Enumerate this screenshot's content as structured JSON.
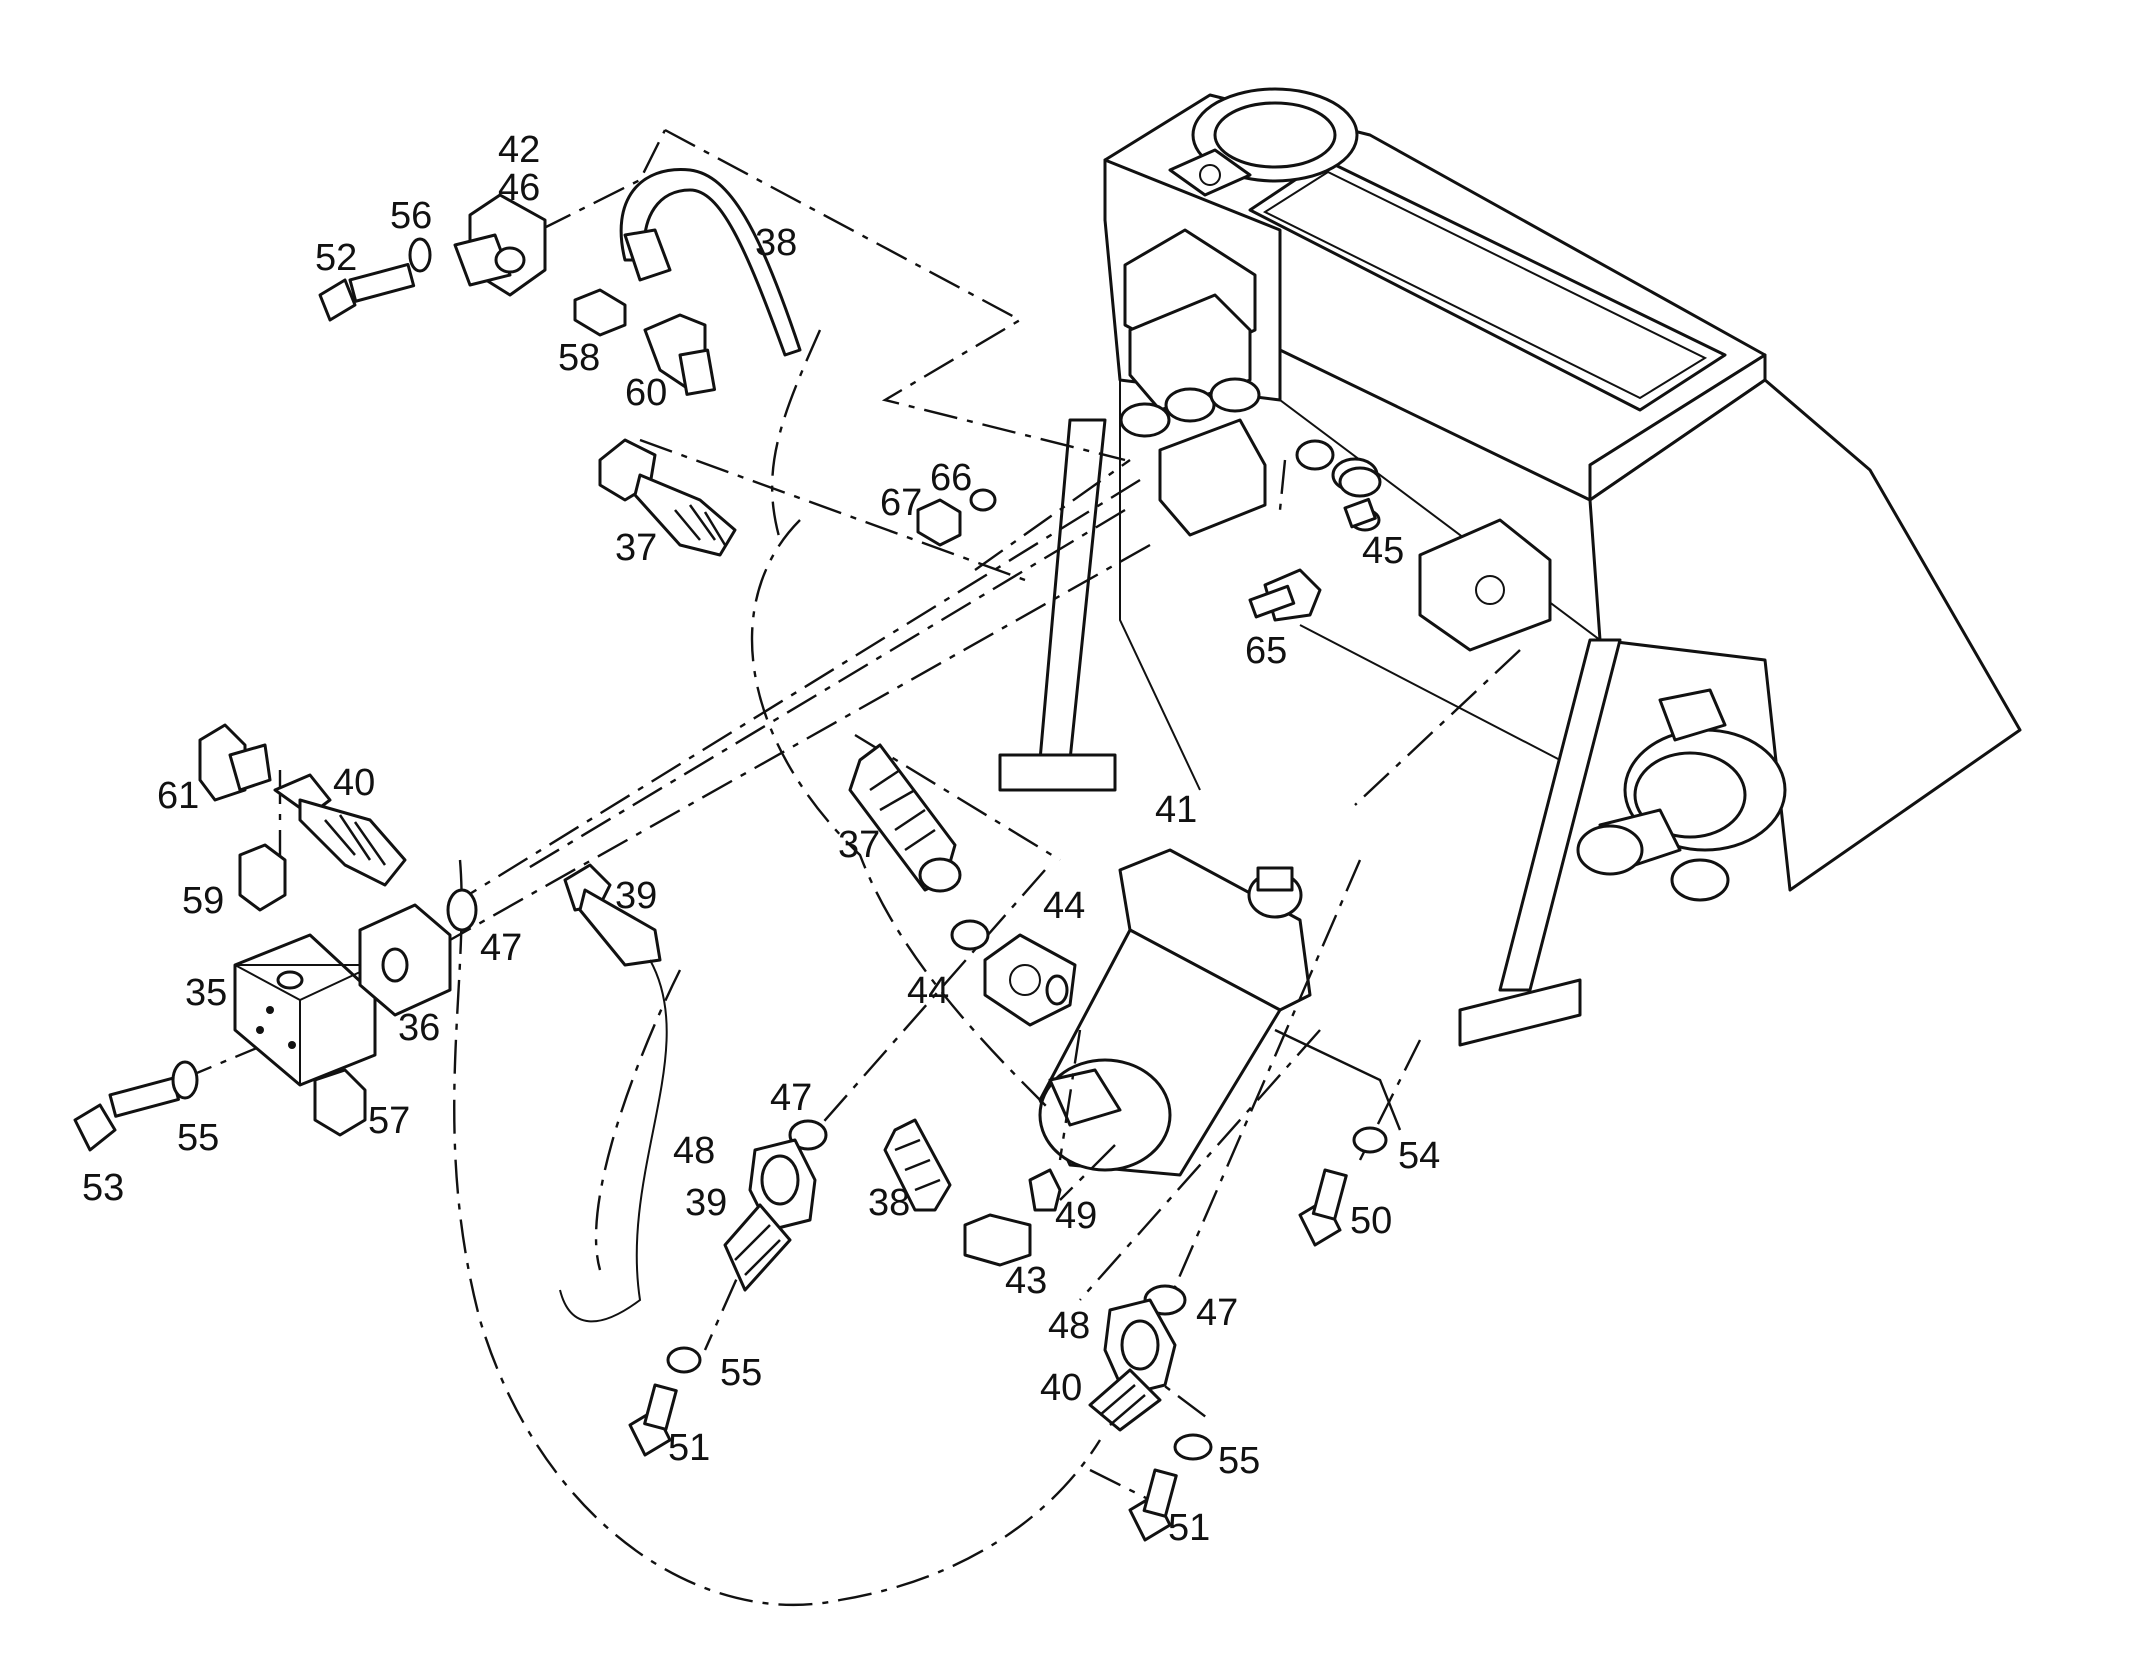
{
  "figure": {
    "type": "exploded-parts-diagram"
  },
  "callouts": [
    {
      "id": "c42",
      "text": "42"
    },
    {
      "id": "c46",
      "text": "46"
    },
    {
      "id": "c56",
      "text": "56"
    },
    {
      "id": "c52",
      "text": "52"
    },
    {
      "id": "c38a",
      "text": "38"
    },
    {
      "id": "c58",
      "text": "58"
    },
    {
      "id": "c60",
      "text": "60"
    },
    {
      "id": "c66",
      "text": "66"
    },
    {
      "id": "c67",
      "text": "67"
    },
    {
      "id": "c37a",
      "text": "37"
    },
    {
      "id": "c45",
      "text": "45"
    },
    {
      "id": "c65",
      "text": "65"
    },
    {
      "id": "c61",
      "text": "61"
    },
    {
      "id": "c40a",
      "text": "40"
    },
    {
      "id": "c59",
      "text": "59"
    },
    {
      "id": "c47a",
      "text": "47"
    },
    {
      "id": "c35",
      "text": "35"
    },
    {
      "id": "c36",
      "text": "36"
    },
    {
      "id": "c53",
      "text": "53"
    },
    {
      "id": "c55a",
      "text": "55"
    },
    {
      "id": "c57",
      "text": "57"
    },
    {
      "id": "c39a",
      "text": "39"
    },
    {
      "id": "c37b",
      "text": "37"
    },
    {
      "id": "c41",
      "text": "41"
    },
    {
      "id": "c44a",
      "text": "44"
    },
    {
      "id": "c44b",
      "text": "44"
    },
    {
      "id": "c47b",
      "text": "47"
    },
    {
      "id": "c48a",
      "text": "48"
    },
    {
      "id": "c39b",
      "text": "39"
    },
    {
      "id": "c38b",
      "text": "38"
    },
    {
      "id": "c49",
      "text": "49"
    },
    {
      "id": "c43",
      "text": "43"
    },
    {
      "id": "c54",
      "text": "54"
    },
    {
      "id": "c50",
      "text": "50"
    },
    {
      "id": "c47c",
      "text": "47"
    },
    {
      "id": "c48b",
      "text": "48"
    },
    {
      "id": "c40b",
      "text": "40"
    },
    {
      "id": "c55b",
      "text": "55"
    },
    {
      "id": "c51a",
      "text": "51"
    },
    {
      "id": "c55c",
      "text": "55"
    },
    {
      "id": "c51b",
      "text": "51"
    }
  ]
}
